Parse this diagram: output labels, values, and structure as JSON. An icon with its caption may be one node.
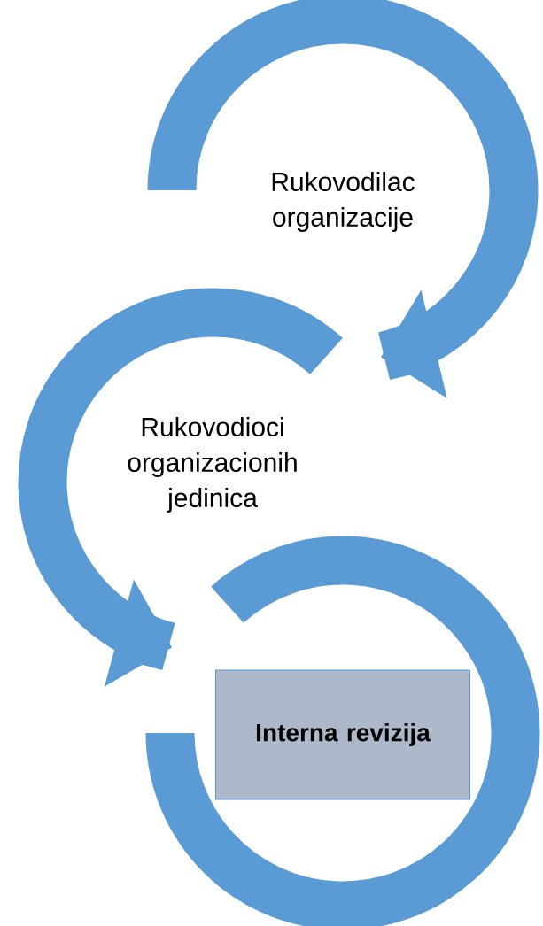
{
  "diagram": {
    "nodes": [
      {
        "text": [
          "Rukovodilac organizacije"
        ]
      },
      {
        "text": [
          "Rukovodioci organizacionih jedinica"
        ]
      },
      {
        "text": [],
        "shape": "circle"
      },
      {
        "text": [
          "Interna revizija"
        ],
        "in": 2
      }
    ]
  }
}
